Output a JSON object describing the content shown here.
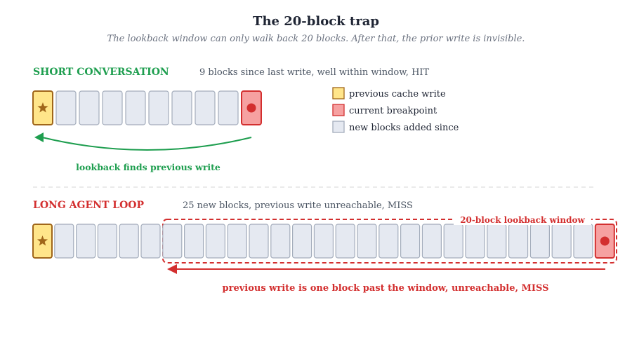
{
  "title": "The 20-block trap",
  "subtitle": "The lookback window can only walk back 20 blocks. After that, the prior write is invisible.",
  "short": {
    "heading": "SHORT CONVERSATION",
    "description": "9 blocks since last write, well within window, HIT",
    "new_block_count": 8,
    "arrow_label": "lookback finds previous write"
  },
  "long": {
    "heading": "LONG AGENT LOOP",
    "description": "25 new blocks, previous write unreachable, MISS",
    "new_block_count": 25,
    "window_blocks": 20,
    "window_label": "20-block lookback window",
    "arrow_label": "previous write is one block past the window, unreachable, MISS"
  },
  "legend": [
    {
      "label": "previous cache write",
      "kind": "write"
    },
    {
      "label": "current breakpoint",
      "kind": "breakpoint"
    },
    {
      "label": "new blocks added since",
      "kind": "new"
    }
  ],
  "icons": {
    "write": "star-icon",
    "breakpoint": "dot-icon"
  },
  "colors": {
    "title": "#1e2433",
    "subtitle": "#6b7280",
    "body_text": "#4b5563",
    "hit_green": "#1e9e4f",
    "miss_red": "#d32f2f",
    "write_fill": "#ffe58a",
    "write_stroke": "#a0661a",
    "star": "#a0661a",
    "bp_fill": "#f6a1a1",
    "bp_stroke": "#d32f2f",
    "new_fill": "#e5e9f1",
    "new_stroke": "#a3acbb",
    "divider": "#dddddd"
  }
}
